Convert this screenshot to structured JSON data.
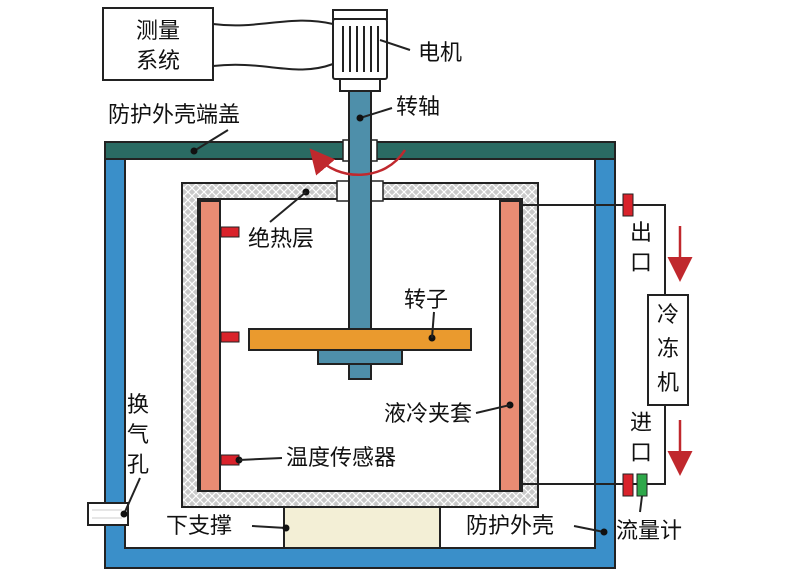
{
  "labels": {
    "measurement_system": [
      "测量",
      "系统"
    ],
    "motor": "电机",
    "end_cap": "防护外壳端盖",
    "shaft": "转轴",
    "insulation": "绝热层",
    "rotor": "转子",
    "vent": [
      "换",
      "气",
      "孔"
    ],
    "liquid_jacket": "液冷夹套",
    "temp_sensor": "温度传感器",
    "bottom_support": "下支撑",
    "outer_shell": "防护外壳",
    "outlet": [
      "出",
      "口"
    ],
    "chiller": [
      "冷",
      "冻",
      "机"
    ],
    "inlet": [
      "进",
      "口"
    ],
    "flowmeter": "流量计"
  },
  "colors": {
    "shell": "#3a8fc9",
    "end_cap": "#2a6b63",
    "shaft": "#4e8faa",
    "jacket": "#e98c73",
    "rotor": "#ea9a2e",
    "sensor": "#d9232b",
    "flowmeter": "#2ea84a",
    "support": "#f3efd6",
    "arrow": "#c0282d"
  }
}
